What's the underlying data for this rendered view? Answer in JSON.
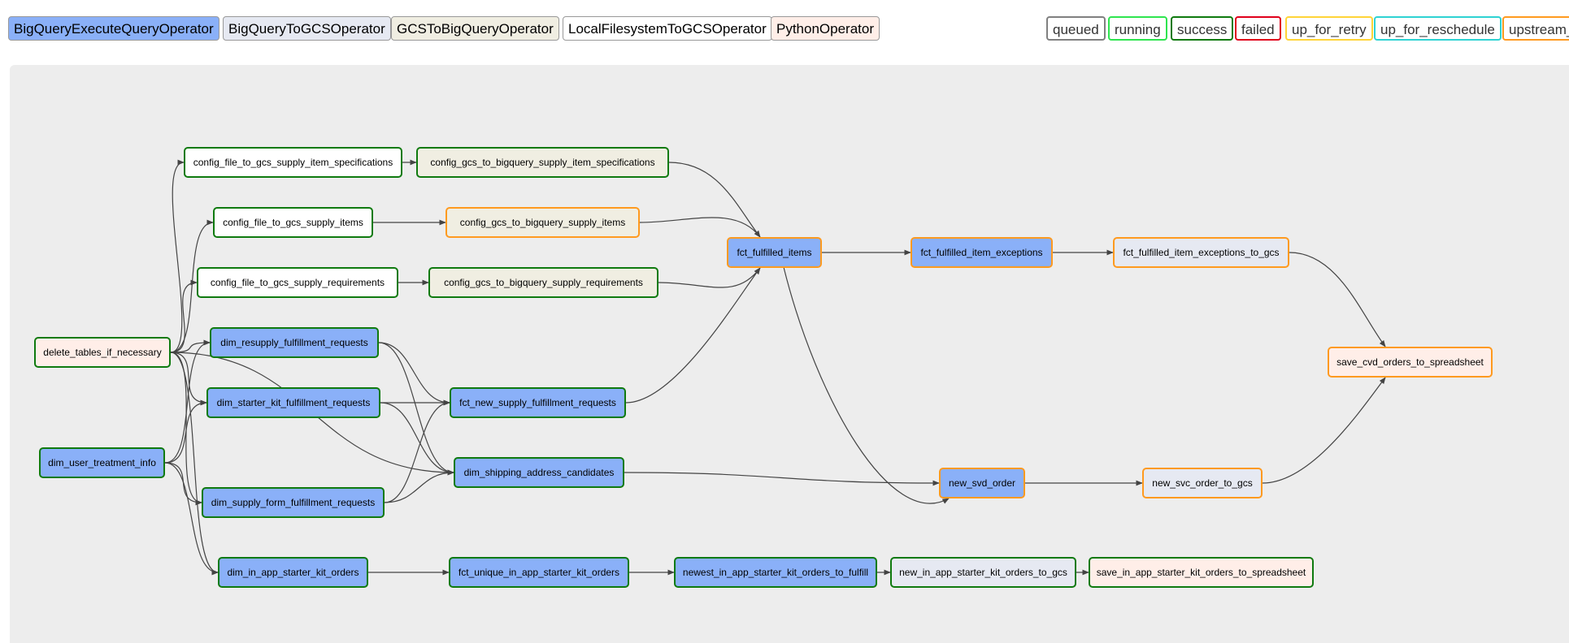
{
  "colors": {
    "BigQueryExecuteQueryOperator": "#8ab0f8",
    "BigQueryToGCSOperator": "#e6e9f2",
    "GCSToBigQueryOperator": "#f0eee2",
    "LocalFilesystemToGCSOperator": "#ffffff",
    "PythonOperator": "#ffeee8",
    "success": "#0f7a0f",
    "orange": "#ff9a1f",
    "edge": "#444444",
    "canvas": "#ededed"
  },
  "operators": [
    {
      "label": "BigQueryExecuteQueryOperator",
      "color": "#8ab0f8"
    },
    {
      "label": "BigQueryToGCSOperator",
      "color": "#e6e9f2"
    },
    {
      "label": "GCSToBigQueryOperator",
      "color": "#f0eee2"
    },
    {
      "label": "LocalFilesystemToGCSOperator",
      "color": "#ffffff"
    },
    {
      "label": "PythonOperator",
      "color": "#ffeee8"
    }
  ],
  "states": [
    {
      "label": "queued",
      "color": "#808080"
    },
    {
      "label": "running",
      "color": "#2ee54f"
    },
    {
      "label": "success",
      "color": "#0f7a0f"
    },
    {
      "label": "failed",
      "color": "#e0001b"
    },
    {
      "label": "up_for_retry",
      "color": "#ffd438"
    },
    {
      "label": "up_for_reschedule",
      "color": "#2ed3d3"
    },
    {
      "label": "upstream_",
      "color": "#ff9a1f"
    }
  ],
  "nodes": [
    {
      "id": "delete_tables",
      "label": "delete_tables_if_necessary",
      "op": "PythonOperator",
      "state": "success"
    },
    {
      "id": "dim_user",
      "label": "dim_user_treatment_info",
      "op": "BigQueryExecuteQueryOperator",
      "state": "success"
    },
    {
      "id": "cf_spec",
      "label": "config_file_to_gcs_supply_item_specifications",
      "op": "LocalFilesystemToGCSOperator",
      "state": "success"
    },
    {
      "id": "cf_items",
      "label": "config_file_to_gcs_supply_items",
      "op": "LocalFilesystemToGCSOperator",
      "state": "success"
    },
    {
      "id": "cf_req",
      "label": "config_file_to_gcs_supply_requirements",
      "op": "LocalFilesystemToGCSOperator",
      "state": "success"
    },
    {
      "id": "cg_spec",
      "label": "config_gcs_to_bigquery_supply_item_specifications",
      "op": "GCSToBigQueryOperator",
      "state": "success"
    },
    {
      "id": "cg_items",
      "label": "config_gcs_to_bigquery_supply_items",
      "op": "GCSToBigQueryOperator",
      "state": "orange"
    },
    {
      "id": "cg_req",
      "label": "config_gcs_to_bigquery_supply_requirements",
      "op": "GCSToBigQueryOperator",
      "state": "success"
    },
    {
      "id": "dim_resupply",
      "label": "dim_resupply_fulfillment_requests",
      "op": "BigQueryExecuteQueryOperator",
      "state": "success"
    },
    {
      "id": "dim_starter",
      "label": "dim_starter_kit_fulfillment_requests",
      "op": "BigQueryExecuteQueryOperator",
      "state": "success"
    },
    {
      "id": "dim_supply_form",
      "label": "dim_supply_form_fulfillment_requests",
      "op": "BigQueryExecuteQueryOperator",
      "state": "success"
    },
    {
      "id": "dim_in_app",
      "label": "dim_in_app_starter_kit_orders",
      "op": "BigQueryExecuteQueryOperator",
      "state": "success"
    },
    {
      "id": "fct_new_supply",
      "label": "fct_new_supply_fulfillment_requests",
      "op": "BigQueryExecuteQueryOperator",
      "state": "success"
    },
    {
      "id": "dim_shipping",
      "label": "dim_shipping_address_candidates",
      "op": "BigQueryExecuteQueryOperator",
      "state": "success"
    },
    {
      "id": "fct_unique",
      "label": "fct_unique_in_app_starter_kit_orders",
      "op": "BigQueryExecuteQueryOperator",
      "state": "success"
    },
    {
      "id": "fct_fulfilled",
      "label": "fct_fulfilled_items",
      "op": "BigQueryExecuteQueryOperator",
      "state": "orange"
    },
    {
      "id": "newest",
      "label": "newest_in_app_starter_kit_orders_to_fulfill",
      "op": "BigQueryExecuteQueryOperator",
      "state": "success"
    },
    {
      "id": "fct_exc",
      "label": "fct_fulfilled_item_exceptions",
      "op": "BigQueryExecuteQueryOperator",
      "state": "orange"
    },
    {
      "id": "new_svd",
      "label": "new_svd_order",
      "op": "BigQueryExecuteQueryOperator",
      "state": "orange"
    },
    {
      "id": "new_in_app_gcs",
      "label": "new_in_app_starter_kit_orders_to_gcs",
      "op": "BigQueryToGCSOperator",
      "state": "success"
    },
    {
      "id": "fct_exc_gcs",
      "label": "fct_fulfilled_item_exceptions_to_gcs",
      "op": "BigQueryToGCSOperator",
      "state": "orange"
    },
    {
      "id": "new_svc_gcs",
      "label": "new_svc_order_to_gcs",
      "op": "BigQueryToGCSOperator",
      "state": "orange"
    },
    {
      "id": "save_in_app",
      "label": "save_in_app_starter_kit_orders_to_spreadsheet",
      "op": "PythonOperator",
      "state": "success"
    },
    {
      "id": "save_cvd",
      "label": "save_cvd_orders_to_spreadsheet",
      "op": "PythonOperator",
      "state": "orange"
    }
  ],
  "edges": [
    [
      "delete_tables",
      "cf_spec"
    ],
    [
      "delete_tables",
      "cf_items"
    ],
    [
      "delete_tables",
      "cf_req"
    ],
    [
      "delete_tables",
      "dim_resupply"
    ],
    [
      "delete_tables",
      "dim_starter"
    ],
    [
      "delete_tables",
      "dim_supply_form"
    ],
    [
      "delete_tables",
      "dim_in_app"
    ],
    [
      "delete_tables",
      "dim_shipping"
    ],
    [
      "dim_user",
      "dim_resupply"
    ],
    [
      "dim_user",
      "dim_starter"
    ],
    [
      "dim_user",
      "dim_supply_form"
    ],
    [
      "dim_user",
      "dim_in_app"
    ],
    [
      "cf_spec",
      "cg_spec"
    ],
    [
      "cf_items",
      "cg_items"
    ],
    [
      "cf_req",
      "cg_req"
    ],
    [
      "cg_spec",
      "fct_fulfilled"
    ],
    [
      "cg_items",
      "fct_fulfilled"
    ],
    [
      "cg_req",
      "fct_fulfilled"
    ],
    [
      "dim_resupply",
      "fct_new_supply"
    ],
    [
      "dim_resupply",
      "dim_shipping"
    ],
    [
      "dim_starter",
      "fct_new_supply"
    ],
    [
      "dim_starter",
      "dim_shipping"
    ],
    [
      "dim_supply_form",
      "fct_new_supply"
    ],
    [
      "dim_supply_form",
      "dim_shipping"
    ],
    [
      "fct_new_supply",
      "fct_fulfilled"
    ],
    [
      "fct_fulfilled",
      "fct_exc"
    ],
    [
      "fct_fulfilled",
      "new_svd"
    ],
    [
      "fct_exc",
      "fct_exc_gcs"
    ],
    [
      "fct_exc_gcs",
      "save_cvd"
    ],
    [
      "dim_shipping",
      "new_svd"
    ],
    [
      "new_svd",
      "new_svc_gcs"
    ],
    [
      "new_svc_gcs",
      "save_cvd"
    ],
    [
      "dim_in_app",
      "fct_unique"
    ],
    [
      "fct_unique",
      "newest"
    ],
    [
      "newest",
      "new_in_app_gcs"
    ],
    [
      "new_in_app_gcs",
      "save_in_app"
    ]
  ]
}
